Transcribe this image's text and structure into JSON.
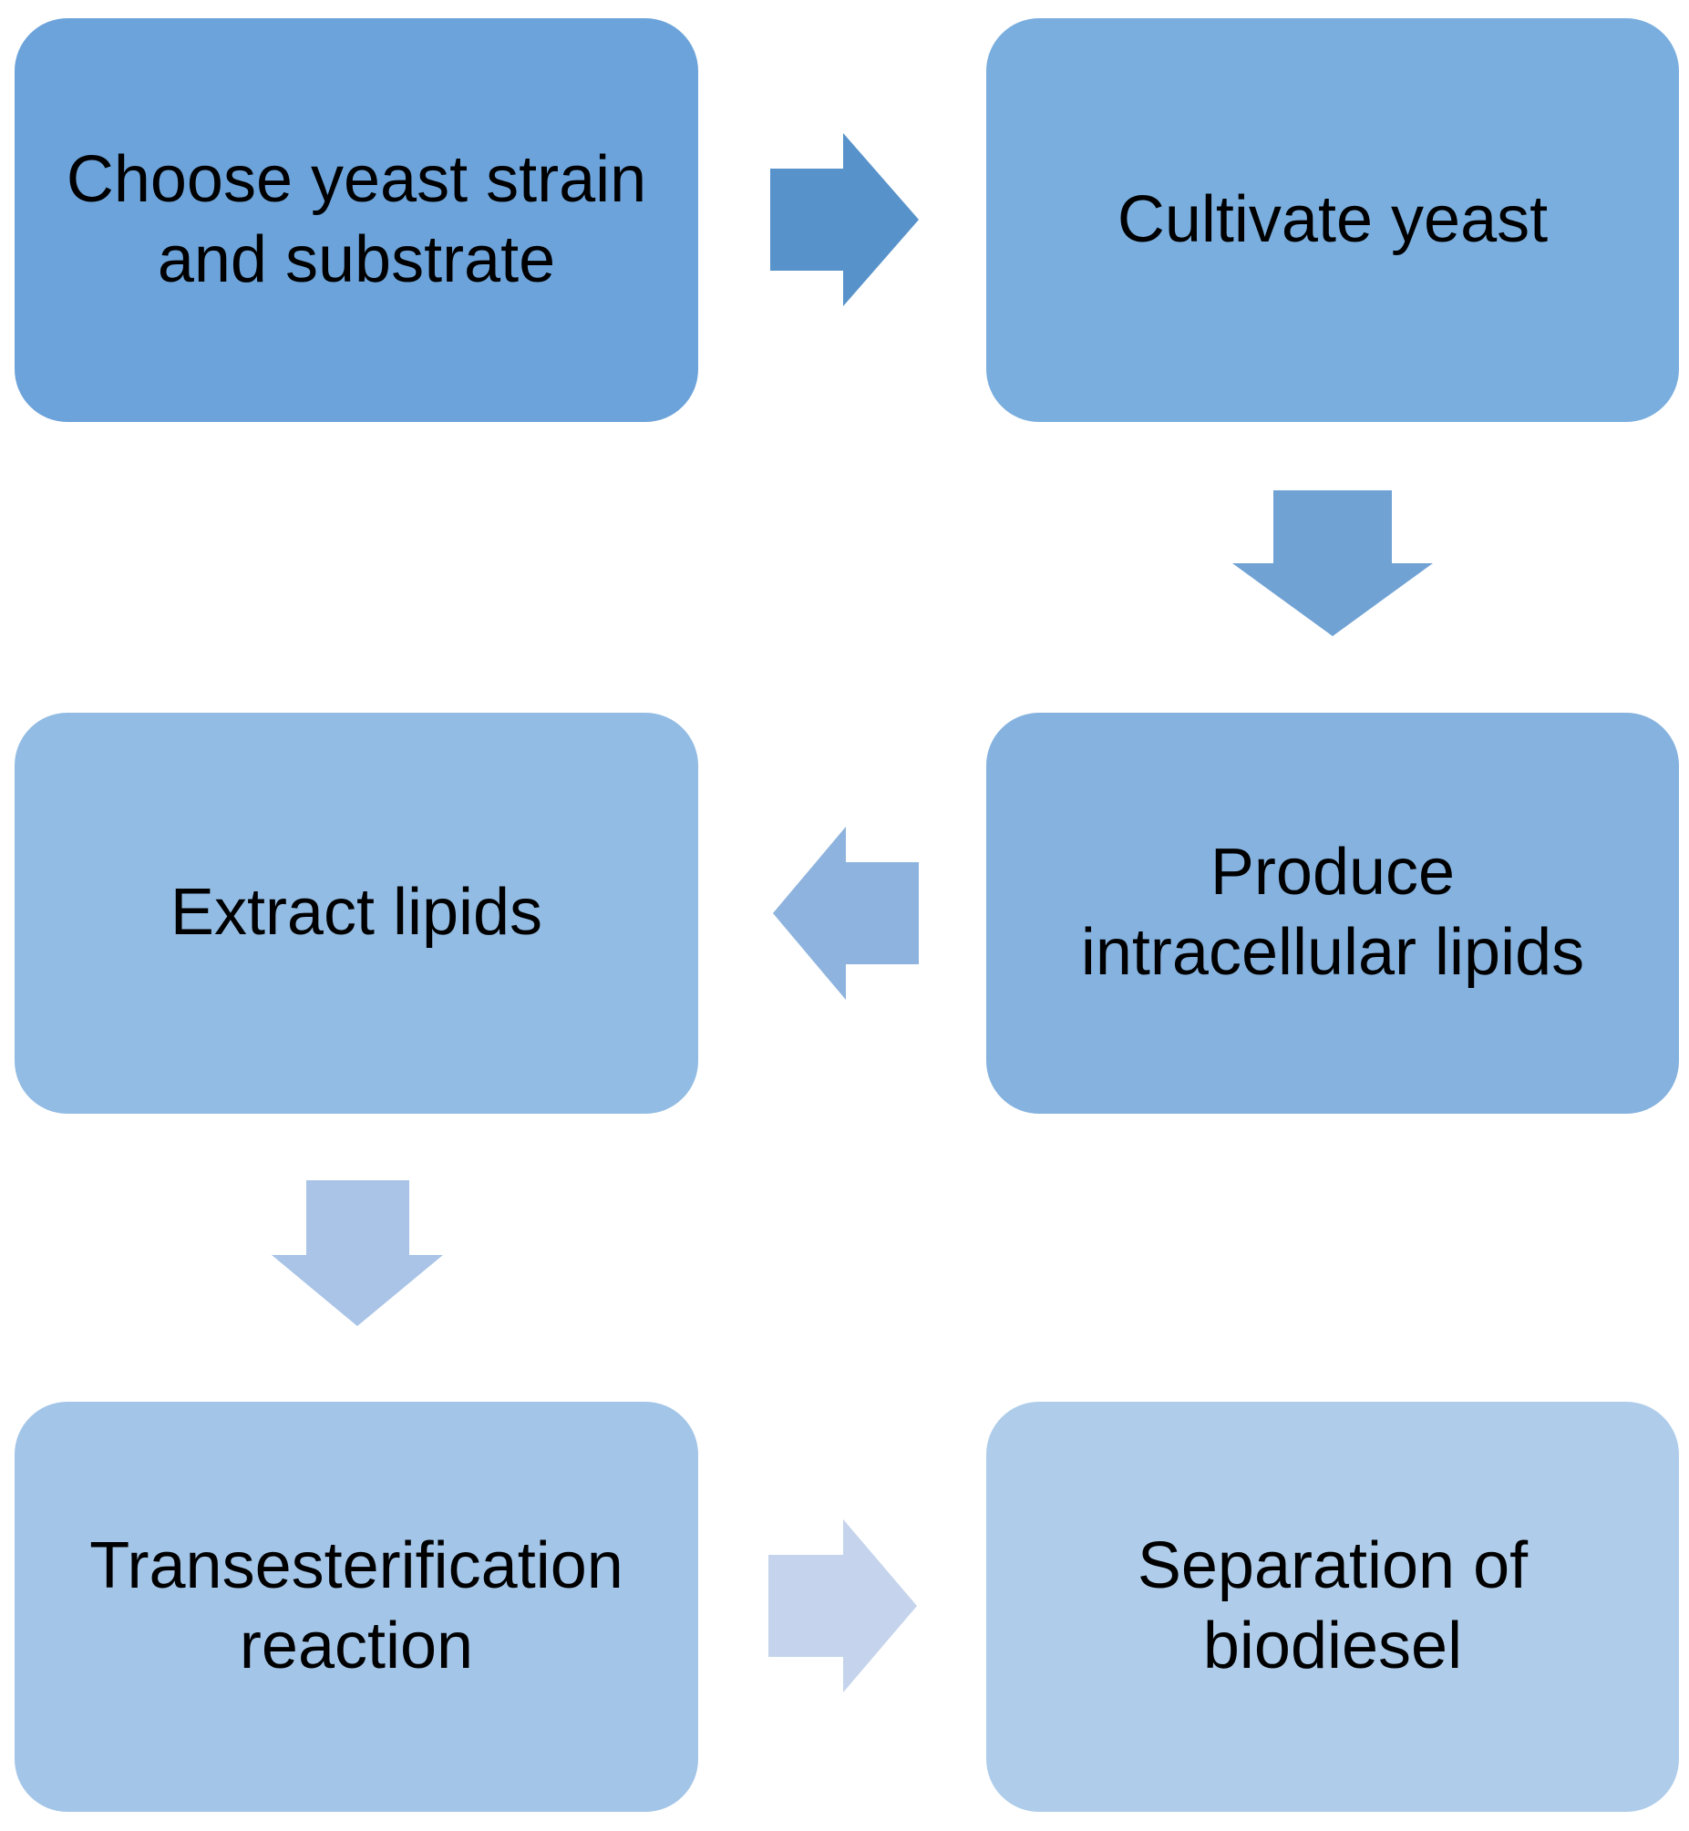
{
  "flowchart": {
    "background": "#ffffff",
    "text_color": "#000000",
    "boxes": [
      {
        "id": "choose-yeast-strain",
        "label": "Choose yeast strain\nand substrate",
        "color": "#6ca3da",
        "position": "row1-left"
      },
      {
        "id": "cultivate-yeast",
        "label": "Cultivate yeast",
        "color": "#7aaede",
        "position": "row1-right"
      },
      {
        "id": "produce-intracellular-lipids",
        "label": "Produce\nintracellular lipids",
        "color": "#85b2df",
        "position": "row2-right"
      },
      {
        "id": "extract-lipids",
        "label": "Extract lipids",
        "color": "#92bce3",
        "position": "row2-left"
      },
      {
        "id": "transesterification-reaction",
        "label": "Transesterification\nreaction",
        "color": "#a3c5e8",
        "position": "row3-left"
      },
      {
        "id": "separation-of-biodiesel",
        "label": "Separation of\nbiodiesel",
        "color": "#afcdea",
        "position": "row3-right"
      }
    ],
    "arrows": [
      {
        "id": "arrow-1",
        "from": "choose-yeast-strain",
        "to": "cultivate-yeast",
        "direction": "right",
        "color": "#5792ca"
      },
      {
        "id": "arrow-2",
        "from": "cultivate-yeast",
        "to": "produce-intracellular-lipids",
        "direction": "down",
        "color": "#70a2d4"
      },
      {
        "id": "arrow-3",
        "from": "produce-intracellular-lipids",
        "to": "extract-lipids",
        "direction": "left",
        "color": "#8db3de"
      },
      {
        "id": "arrow-4",
        "from": "extract-lipids",
        "to": "transesterification-reaction",
        "direction": "down",
        "color": "#a9c4e6"
      },
      {
        "id": "arrow-5",
        "from": "transesterification-reaction",
        "to": "separation-of-biodiesel",
        "direction": "right",
        "color": "#c5d4ec"
      }
    ]
  }
}
